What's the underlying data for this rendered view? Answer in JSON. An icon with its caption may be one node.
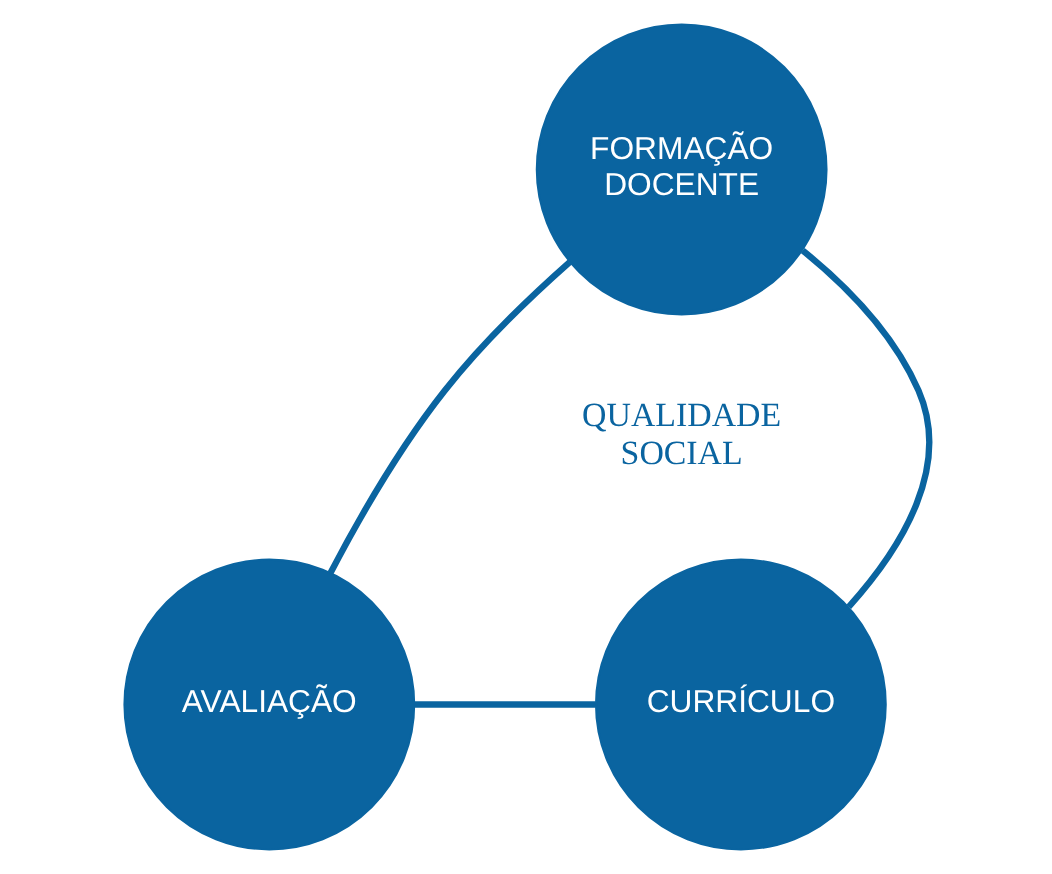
{
  "diagram": {
    "nodes": [
      {
        "text": [
          "FORMAÇÃO DOCENTE"
        ]
      },
      {
        "text": [
          "AVALIAÇÃO"
        ]
      },
      {
        "text": [
          "CURRÍCULO"
        ]
      }
    ],
    "edges": [
      {
        "from": 0,
        "to": 1,
        "arrow": "none"
      },
      {
        "from": 1,
        "to": 2,
        "arrow": "none"
      },
      {
        "from": 2,
        "to": 0,
        "arrow": "none"
      }
    ],
    "labels": [
      "QUALIDADE SOCIAL"
    ]
  }
}
